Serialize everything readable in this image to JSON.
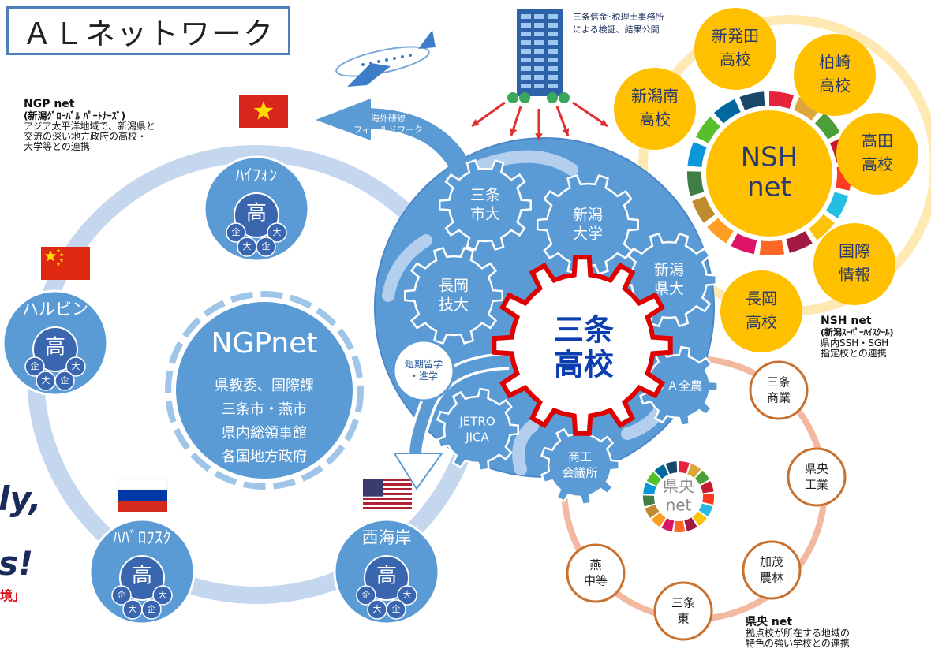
{
  "title": "ＡＬネットワーク",
  "top_caption": [
    "三条信金･税理士事務所",
    "による検証、結果公開"
  ],
  "overseas_label": [
    "海外研修",
    "フィールドワーク"
  ],
  "short_study_label": [
    "短期留学",
    "・進学"
  ],
  "ngp_note": {
    "heading": "NGP net",
    "subtitle": "(新潟ｸﾞﾛｰﾊﾞﾙ ﾊﾟｰﾄﾅｰｽﾞ)",
    "body": [
      "アジア太平洋地域で、新潟県と",
      "交流の深い地方政府の高校・",
      "大学等との連携"
    ]
  },
  "ngp_center": {
    "title": "NGPnet",
    "lines": [
      "県教委、国際課",
      "三条市・燕市",
      "県内総領事館",
      "各国地方政府"
    ]
  },
  "partner_cities": [
    {
      "name": "ﾊｲﾌｫﾝ",
      "flag": "vietnam"
    },
    {
      "name": "ハルビン",
      "flag": "china"
    },
    {
      "name": "ﾊﾊﾞﾛﾌｽｸ",
      "flag": "russia"
    },
    {
      "name": "西海岸",
      "flag": "usa"
    }
  ],
  "school_cluster": {
    "main": "高",
    "a": "企",
    "b": "大"
  },
  "gears": [
    {
      "label": [
        "三条",
        "市大"
      ]
    },
    {
      "label": [
        "新潟",
        "大学"
      ]
    },
    {
      "label": [
        "長岡",
        "技大"
      ]
    },
    {
      "label": [
        "新潟",
        "県大"
      ]
    }
  ],
  "main_gear": [
    "三条",
    "高校"
  ],
  "small_gears": [
    {
      "label": [
        "ＪＡ全農"
      ]
    },
    {
      "label": [
        "JETRO",
        "JICA"
      ]
    },
    {
      "label": [
        "商工",
        "会議所"
      ]
    }
  ],
  "nsh_center": [
    "NSH",
    "net"
  ],
  "nsh_schools": [
    [
      "新発田",
      "高校"
    ],
    [
      "柏崎",
      "高校"
    ],
    [
      "新潟南",
      "高校"
    ],
    [
      "高田",
      "高校"
    ],
    [
      "国際",
      "情報"
    ],
    [
      "長岡",
      "高校"
    ]
  ],
  "nsh_note": {
    "heading": "NSH net",
    "subtitle": "(新潟ｽｰﾊﾟｰﾊｲｽｸｰﾙ)",
    "body": [
      "県内SSH・SGH",
      "指定校との連携"
    ]
  },
  "kenou_center": [
    "県央",
    "net"
  ],
  "kenou_schools": [
    [
      "三条",
      "商業"
    ],
    [
      "県央",
      "工業"
    ],
    [
      "加茂",
      "農林"
    ],
    [
      "三条",
      "東"
    ],
    [
      "燕",
      "中等"
    ]
  ],
  "kenou_note": {
    "heading": "県央 net",
    "body": [
      "拠点校が所在する地域の",
      "特色の強い学校との連携"
    ]
  },
  "left_edge_text": [
    "ly,",
    "s!"
  ],
  "left_edge_red": "境」",
  "colors": {
    "blue_main": "#5b9bd5",
    "blue_dark": "#2e5e9c",
    "gold": "#ffc000",
    "salmon": "#f2b8a0",
    "red": "#e00000",
    "school_blue": "#3a66b0"
  }
}
